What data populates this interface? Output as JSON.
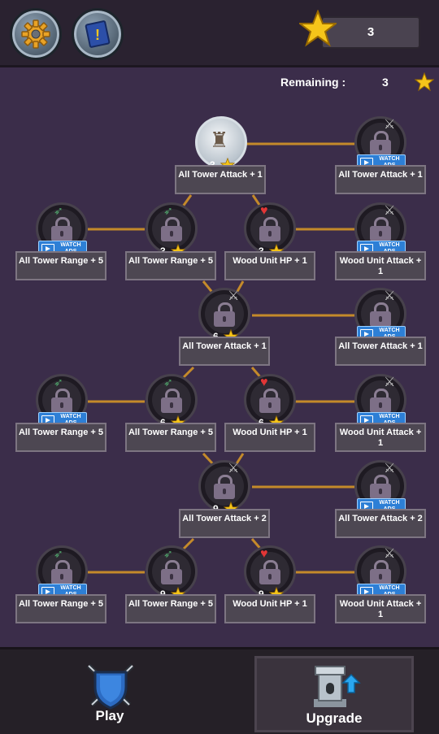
{
  "header": {
    "stars_total": "3",
    "remaining_label": "Remaining :",
    "remaining_value": "3",
    "settings_icon": "gear-icon",
    "help_icon": "quest-book-icon"
  },
  "colors": {
    "background": "#3b2d4a",
    "connector": "#c48a2a",
    "star": "#f5c51a",
    "watch_ads": "#2d7fd6"
  },
  "watch_ads_label": "WATCH ADS",
  "nodes": [
    {
      "id": "n1",
      "cost": "3",
      "label": "All Tower Attack + 1",
      "state": "unlocked",
      "icon": "tower-icon"
    },
    {
      "id": "n2",
      "cost": "",
      "label": "All Tower Attack + 1",
      "state": "locked-ads",
      "icon": "sword-icon"
    },
    {
      "id": "n3",
      "cost": "",
      "label": "All Tower Range + 5",
      "state": "locked-ads",
      "icon": "range-icon"
    },
    {
      "id": "n4",
      "cost": "3",
      "label": "All Tower Range + 5",
      "state": "locked",
      "icon": "range-icon"
    },
    {
      "id": "n5",
      "cost": "3",
      "label": "Wood Unit HP + 1",
      "state": "locked",
      "icon": "heart-icon"
    },
    {
      "id": "n6",
      "cost": "",
      "label": "Wood Unit Attack + 1",
      "state": "locked-ads",
      "icon": "sword-icon"
    },
    {
      "id": "n7",
      "cost": "6",
      "label": "All Tower Attack + 1",
      "state": "locked",
      "icon": "sword-icon"
    },
    {
      "id": "n8",
      "cost": "",
      "label": "All Tower Attack + 1",
      "state": "locked-ads",
      "icon": "sword-icon"
    },
    {
      "id": "n9",
      "cost": "",
      "label": "All Tower Range + 5",
      "state": "locked-ads",
      "icon": "range-icon"
    },
    {
      "id": "n10",
      "cost": "6",
      "label": "All Tower Range + 5",
      "state": "locked",
      "icon": "range-icon"
    },
    {
      "id": "n11",
      "cost": "6",
      "label": "Wood Unit HP + 1",
      "state": "locked",
      "icon": "heart-icon"
    },
    {
      "id": "n12",
      "cost": "",
      "label": "Wood Unit Attack + 1",
      "state": "locked-ads",
      "icon": "sword-icon"
    },
    {
      "id": "n13",
      "cost": "9",
      "label": "All Tower Attack + 2",
      "state": "locked",
      "icon": "sword-icon"
    },
    {
      "id": "n14",
      "cost": "",
      "label": "All Tower Attack + 2",
      "state": "locked-ads",
      "icon": "sword-icon"
    },
    {
      "id": "n15",
      "cost": "",
      "label": "All Tower Range + 5",
      "state": "locked-ads",
      "icon": "range-icon"
    },
    {
      "id": "n16",
      "cost": "9",
      "label": "All Tower Range + 5",
      "state": "locked",
      "icon": "range-icon"
    },
    {
      "id": "n17",
      "cost": "9",
      "label": "Wood Unit HP + 1",
      "state": "locked",
      "icon": "heart-icon"
    },
    {
      "id": "n18",
      "cost": "",
      "label": "Wood Unit Attack + 1",
      "state": "locked-ads",
      "icon": "sword-icon"
    }
  ],
  "tabs": {
    "play_label": "Play",
    "upgrade_label": "Upgrade",
    "active": "upgrade"
  }
}
